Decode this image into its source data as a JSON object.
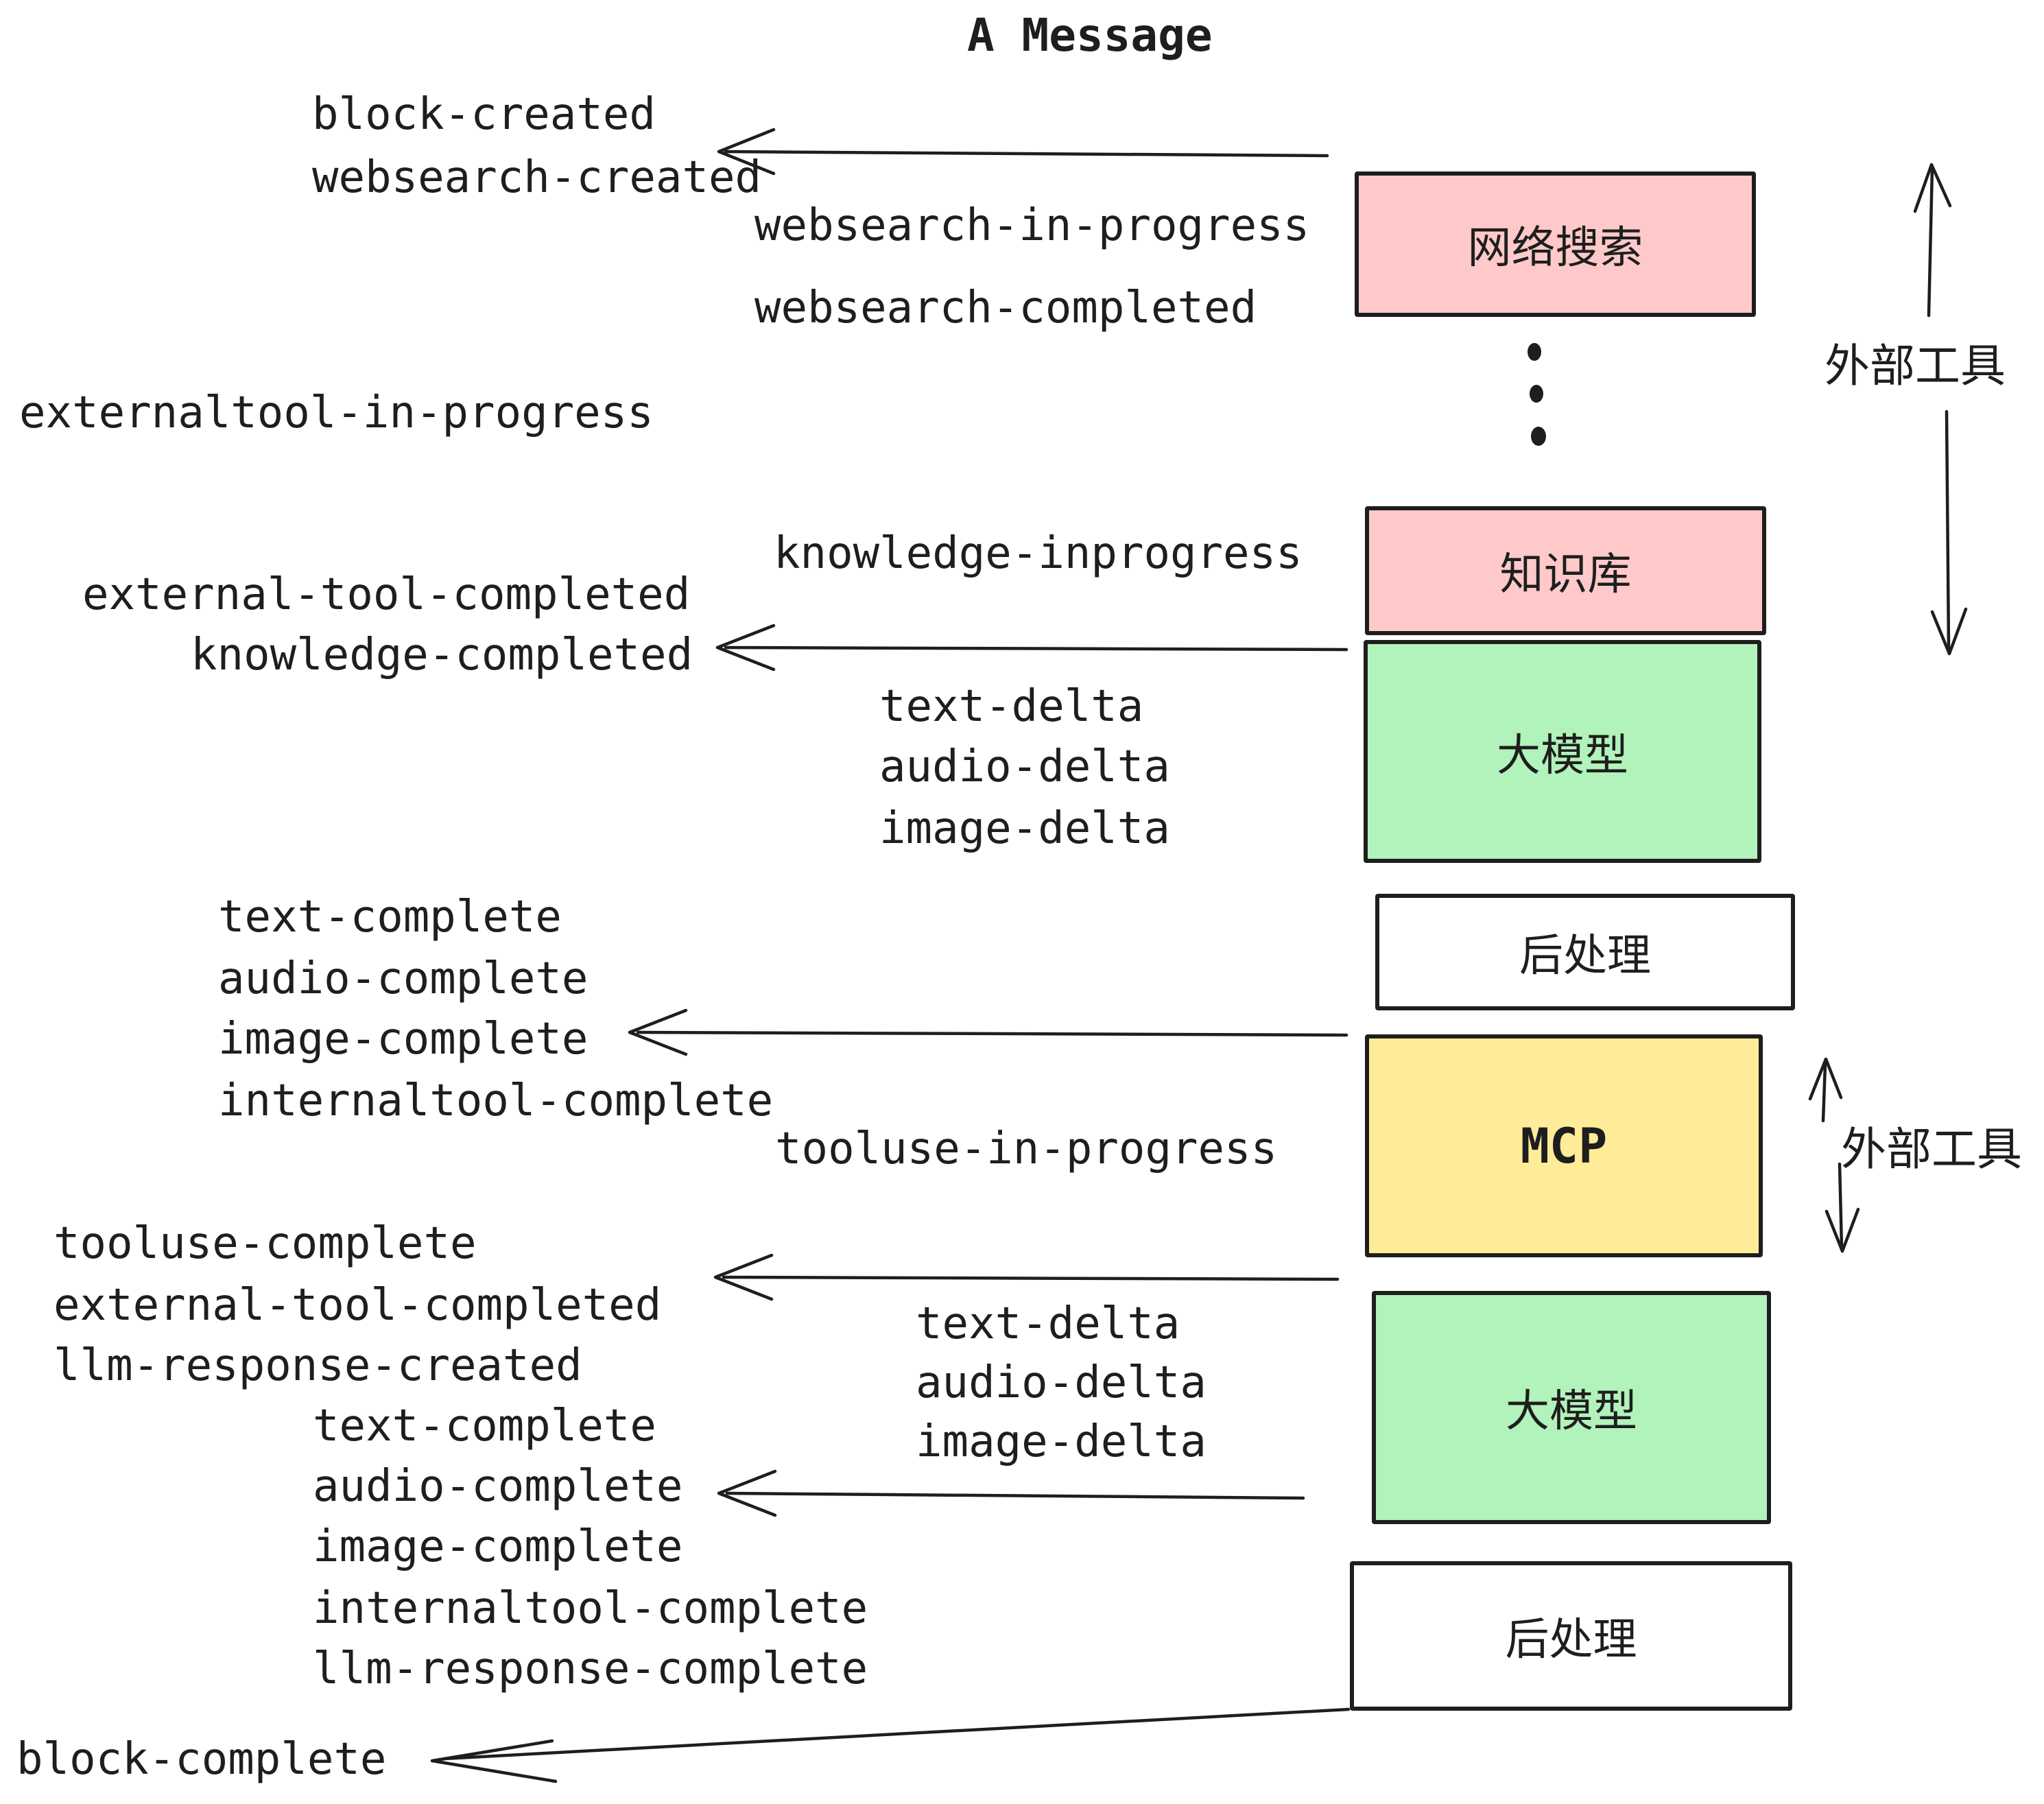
{
  "title": "A Message",
  "colors": {
    "pink": "#ffc9c9",
    "green": "#b2f2bb",
    "yellow": "#ffec99",
    "white": "#ffffff",
    "stroke": "#1e1e1e"
  },
  "boxes": [
    {
      "label": "网络搜索",
      "color": "pink"
    },
    {
      "label": "知识库",
      "color": "pink"
    },
    {
      "label": "大模型",
      "color": "green"
    },
    {
      "label": "后处理",
      "color": "white"
    },
    {
      "label": "MCP",
      "color": "yellow"
    },
    {
      "label": "大模型",
      "color": "green"
    },
    {
      "label": "后处理",
      "color": "white"
    }
  ],
  "side_labels": {
    "external_tools_top": "外部工具",
    "external_tools_mcp": "外部工具"
  },
  "events": {
    "block_created": "block-created",
    "websearch_created": "websearch-created",
    "websearch_in_progress": "websearch-in-progress",
    "websearch_completed": "websearch-completed",
    "externaltool_in_progress": "externaltool-in-progress",
    "knowledge_inprogress": "knowledge-inprogress",
    "external_tool_completed_1": "external-tool-completed",
    "knowledge_completed": "knowledge-completed",
    "text_delta_1": "text-delta",
    "audio_delta_1": "audio-delta",
    "image_delta_1": "image-delta",
    "text_complete_1": "text-complete",
    "audio_complete_1": "audio-complete",
    "image_complete_1": "image-complete",
    "internaltool_complete_1": "internaltool-complete",
    "tooluse_in_progress": "tooluse-in-progress",
    "tooluse_complete": "tooluse-complete",
    "external_tool_completed_2": "external-tool-completed",
    "llm_response_created": "llm-response-created",
    "text_complete_2": "text-complete",
    "audio_complete_2": "audio-complete",
    "image_complete_2": "image-complete",
    "internaltool_complete_2": "internaltool-complete",
    "llm_response_complete": "llm-response-complete",
    "block_complete": "block-complete"
  }
}
